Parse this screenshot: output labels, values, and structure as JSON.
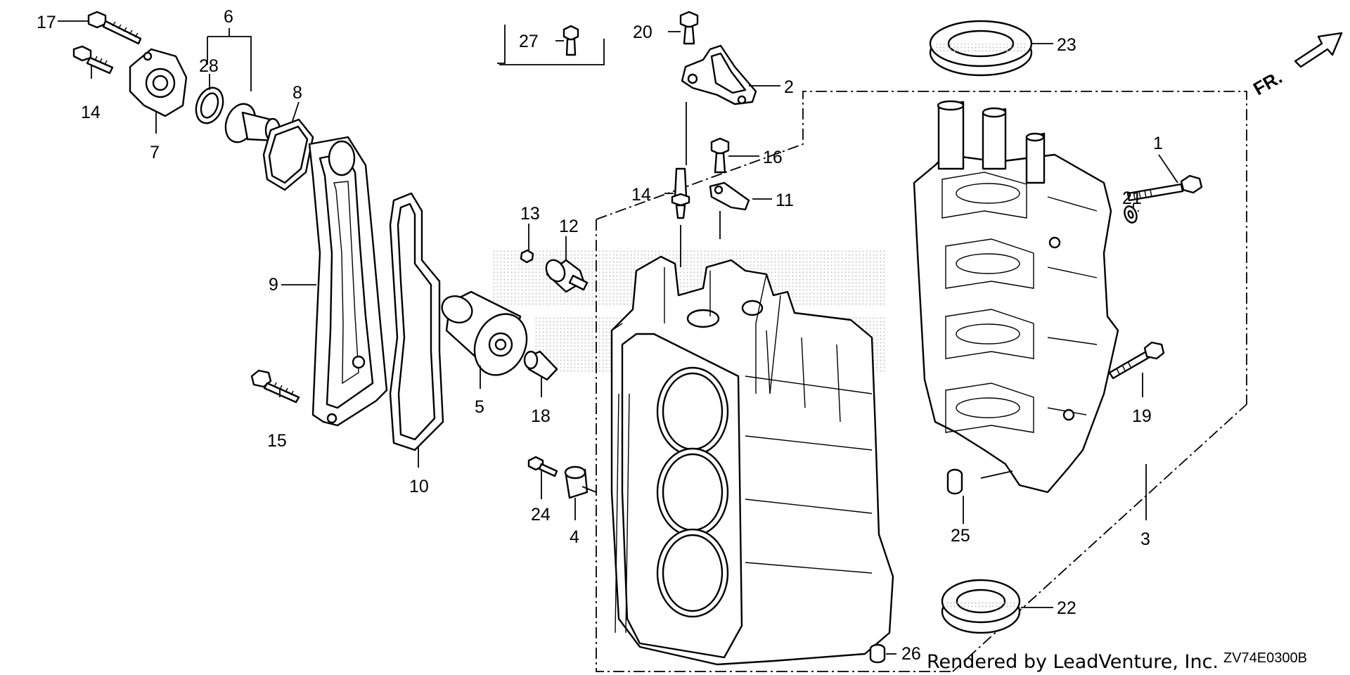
{
  "callouts": [
    {
      "id": "c17",
      "text": "17"
    },
    {
      "id": "c6",
      "text": "6"
    },
    {
      "id": "c28",
      "text": "28"
    },
    {
      "id": "c14a",
      "text": "14"
    },
    {
      "id": "c7",
      "text": "7"
    },
    {
      "id": "c8",
      "text": "8"
    },
    {
      "id": "c9",
      "text": "9"
    },
    {
      "id": "c15",
      "text": "15"
    },
    {
      "id": "c10",
      "text": "10"
    },
    {
      "id": "c5",
      "text": "5"
    },
    {
      "id": "c13",
      "text": "13"
    },
    {
      "id": "c12",
      "text": "12"
    },
    {
      "id": "c18",
      "text": "18"
    },
    {
      "id": "c24",
      "text": "24"
    },
    {
      "id": "c4",
      "text": "4"
    },
    {
      "id": "c27",
      "text": "27"
    },
    {
      "id": "c20",
      "text": "20"
    },
    {
      "id": "c2",
      "text": "2"
    },
    {
      "id": "c16",
      "text": "16"
    },
    {
      "id": "c14b",
      "text": "14"
    },
    {
      "id": "c11",
      "text": "11"
    },
    {
      "id": "c23",
      "text": "23"
    },
    {
      "id": "c1",
      "text": "1"
    },
    {
      "id": "c21",
      "text": "21"
    },
    {
      "id": "c19",
      "text": "19"
    },
    {
      "id": "c3",
      "text": "3"
    },
    {
      "id": "c25",
      "text": "25"
    },
    {
      "id": "c22",
      "text": "22"
    },
    {
      "id": "c26",
      "text": "26"
    }
  ],
  "direction_label": "FR.",
  "footer": {
    "rendered_by": "Rendered by LeadVenture, Inc.",
    "diagram_code": "ZV74E0300B"
  },
  "watermark_color": "#c8c8c8"
}
